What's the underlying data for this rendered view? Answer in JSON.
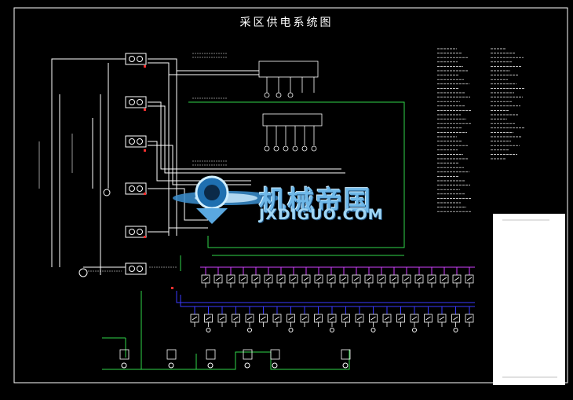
{
  "title": "采区供电系统图",
  "watermark": {
    "cn": "机械帝国",
    "en": "JXDIGUO.COM"
  },
  "colors": {
    "background": "#000000",
    "line_white": "#ffffff",
    "line_green": "#2fd64a",
    "line_magenta": "#d040ff",
    "line_blue": "#3a3aff",
    "line_red": "#ff3030",
    "watermark": "#6fb8e8"
  },
  "diagram": {
    "switchgear_count": 6,
    "magenta_row_units": 22,
    "blue_row_units": 21,
    "bottom_units": 6
  }
}
